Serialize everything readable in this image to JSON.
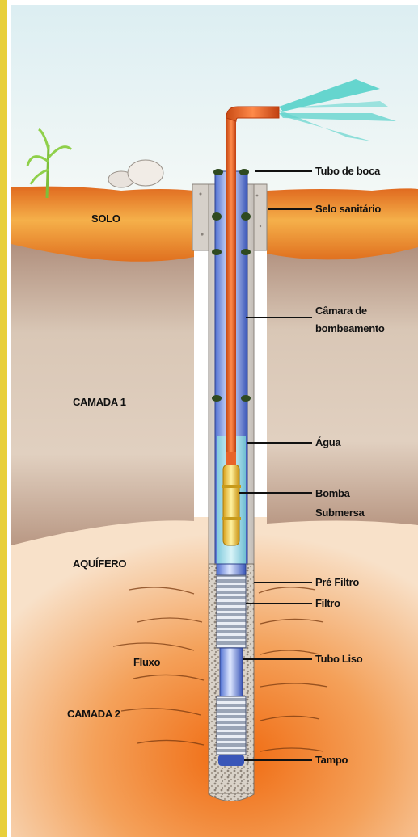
{
  "layers": {
    "solo": "SOLO",
    "camada1": "CAMADA 1",
    "aquifero": "AQUÍFERO",
    "camada2": "CAMADA 2",
    "fluxo": "Fluxo"
  },
  "callouts": {
    "tubo_de_boca": "Tubo de boca",
    "selo_sanitario": "Selo sanitário",
    "camara_line1": "Câmara de",
    "camara_line2": "bombeamento",
    "agua": "Água",
    "bomba_line1": "Bomba",
    "bomba_line2": "Submersa",
    "pre_filtro": "Pré Filtro",
    "filtro": "Filtro",
    "tubo_liso": "Tubo Liso",
    "tampo": "Tampo"
  },
  "colors": {
    "frame_border": "#e8cf3a",
    "sky": "#e4f1f5",
    "soil": "#e8822a",
    "rock_layer": "#cbb29e",
    "aquifer": "#f0a060",
    "pipe": "#e8642a",
    "water": "#8fd6e3",
    "pump": "#f2d23a",
    "spray": "#4fd0c8"
  }
}
